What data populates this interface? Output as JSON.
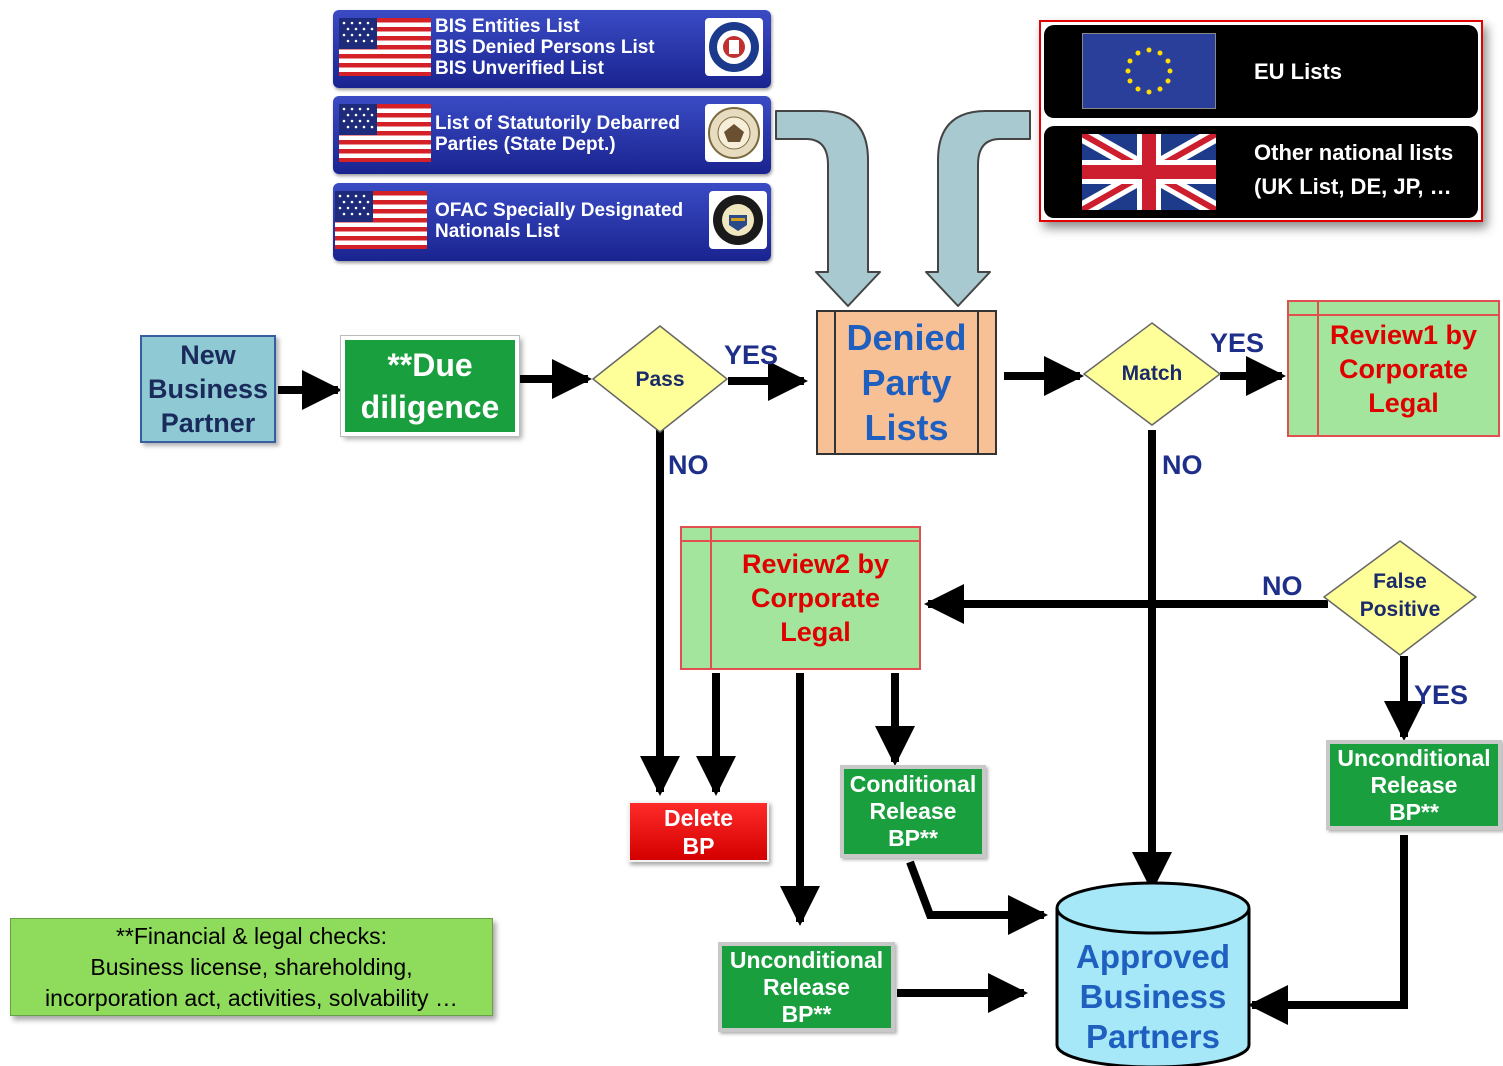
{
  "us_lists": [
    {
      "lines": [
        "BIS Entities List",
        "BIS Denied Persons List",
        "BIS Unverified List"
      ],
      "seal_icon": "commerce-dept-seal"
    },
    {
      "lines": [
        "List of Statutorily Debarred",
        "Parties (State Dept.)"
      ],
      "seal_icon": "state-dept-seal"
    },
    {
      "lines": [
        "OFAC Specially Designated",
        "Nationals List"
      ],
      "seal_icon": "treasury-seal"
    }
  ],
  "other_lists": {
    "eu": {
      "label": "EU Lists",
      "icon": "eu-flag"
    },
    "national": {
      "lines": [
        "Other national lists",
        "(UK List, DE, JP, …"
      ],
      "icon": "uk-flag"
    }
  },
  "nodes": {
    "new_bp": [
      "New",
      "Business",
      "Partner"
    ],
    "due_diligence": [
      "**Due",
      "diligence"
    ],
    "pass": "Pass",
    "denied_party": [
      "Denied",
      "Party",
      "Lists"
    ],
    "match": "Match",
    "review1": [
      "Review1 by",
      "Corporate",
      "Legal"
    ],
    "review2": [
      "Review2  by",
      "Corporate",
      "Legal"
    ],
    "false_positive": [
      "False",
      "Positive"
    ],
    "delete_bp": [
      "Delete",
      "BP"
    ],
    "conditional_release": [
      "Conditional",
      "Release",
      "BP**"
    ],
    "unconditional_release_right": [
      "Unconditional",
      "Release",
      "BP**"
    ],
    "unconditional_release_bottom": [
      "Unconditional",
      "Release",
      "BP**"
    ],
    "approved": [
      "Approved",
      "Business",
      "Partners"
    ]
  },
  "edge_labels": {
    "pass_yes": "YES",
    "pass_no": "NO",
    "match_yes": "YES",
    "match_no": "NO",
    "fp_no": "NO",
    "fp_yes": "YES"
  },
  "footnote": [
    "**Financial & legal checks:",
    "Business license, shareholding,",
    "incorporation act, activities, solvability …"
  ],
  "colors": {
    "green_box": "#1a9f3f",
    "review_fill": "#a3e59d",
    "review_text": "#e00000",
    "diamond_fill": "#ffff99",
    "dpl_fill": "#f7c095",
    "dpl_text": "#1f5fbf",
    "db_fill": "#a6e8f8",
    "us_panel": "#2a35b0",
    "curved_arrow": "#a8c9cf"
  }
}
